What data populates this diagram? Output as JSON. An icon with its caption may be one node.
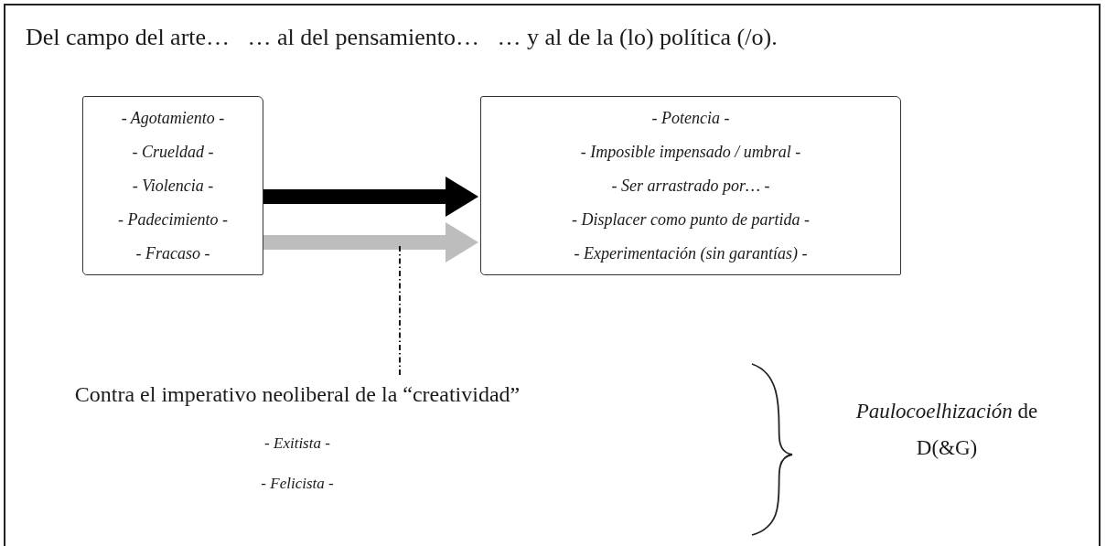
{
  "diagram": {
    "title": "Del campo del arte…   … al del pensamiento…   … y al de la (lo) política (/o).",
    "nodes": [
      {
        "text": [
          "- Agotamiento -",
          "- Crueldad -",
          "- Violencia -",
          "- Padecimiento -",
          "- Fracaso -"
        ]
      },
      {
        "text": [
          "- Potencia -",
          "- Imposible impensado / umbral -",
          "- Ser arrastrado por… -",
          "- Displacer como punto de partida -",
          "- Experimentación (sin garantías) -"
        ]
      },
      {
        "text": [
          "Contra el imperativo neoliberal de la “creatividad”",
          "- Exitista -",
          "- Felicista -"
        ]
      },
      {
        "text": [
          "*Paulocoelhización* de D(&G)"
        ]
      }
    ],
    "edges": [
      {
        "from": 0,
        "to": 1,
        "arrow": "to"
      },
      {
        "from": 0,
        "to": 1,
        "arrow": "to",
        "color": "#bdbdbd"
      },
      {
        "from": 2,
        "to": null,
        "arrow": "none",
        "style": "dashed"
      }
    ]
  }
}
